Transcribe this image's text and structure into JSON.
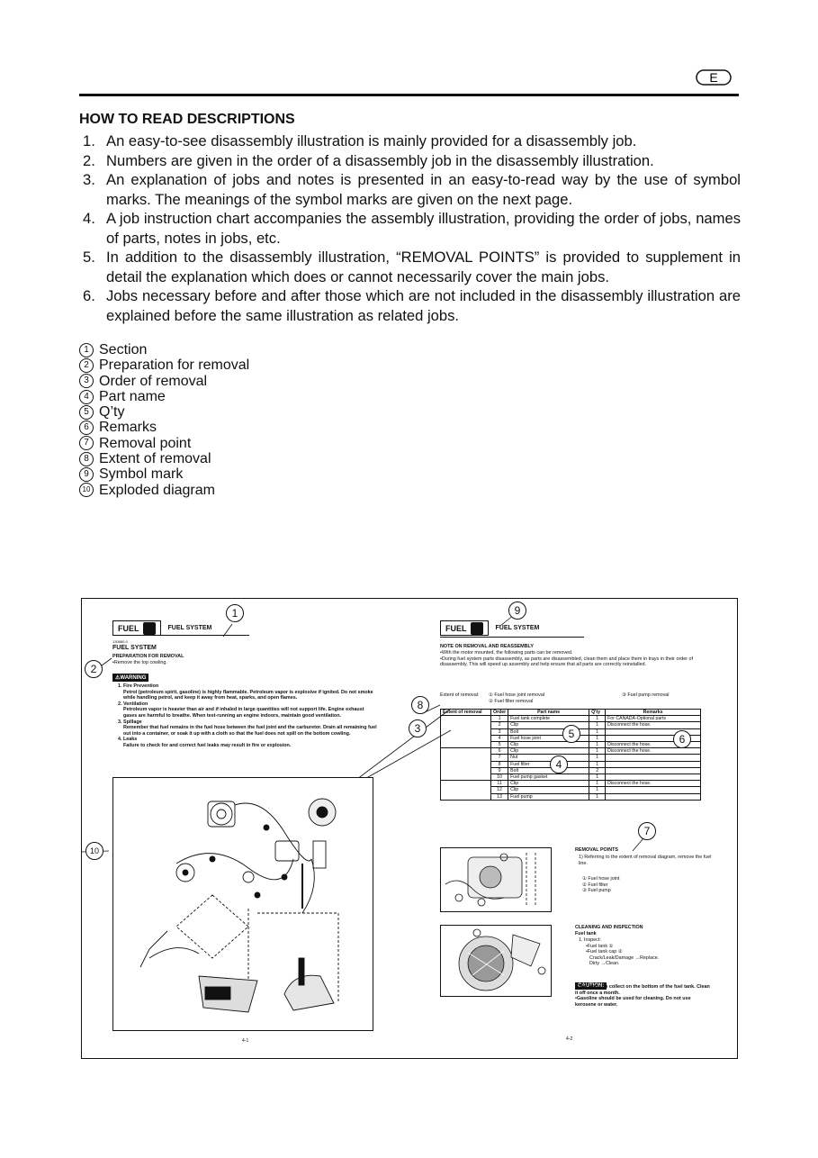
{
  "badge": "E",
  "heading": "HOW TO READ DESCRIPTIONS",
  "steps": [
    {
      "num": "1.",
      "text": "An easy-to-see disassembly illustration is mainly provided for a disassembly job."
    },
    {
      "num": "2.",
      "text": "Numbers are given in the order of a disassembly job in the disassembly illustration."
    },
    {
      "num": "3.",
      "text": "An explanation of jobs and notes is presented in an easy-to-read way by the use of symbol marks. The meanings of the symbol marks are given on the next page."
    },
    {
      "num": "4.",
      "text": "A job instruction chart accompanies the assembly illustration, providing the order of jobs, names of parts, notes in jobs, etc."
    },
    {
      "num": "5.",
      "text": "In addition to the disassembly illustration, “REMOVAL POINTS” is provided to supplement in detail the explanation which does or cannot necessarily cover the main jobs."
    },
    {
      "num": "6.",
      "text": "Jobs necessary before and after those which are not included in the disassembly illustration are explained before the same illustration as related jobs."
    }
  ],
  "legend": [
    {
      "n": "1",
      "label": "Section"
    },
    {
      "n": "2",
      "label": "Preparation for removal"
    },
    {
      "n": "3",
      "label": "Order of removal"
    },
    {
      "n": "4",
      "label": "Part name"
    },
    {
      "n": "5",
      "label": "Q’ty"
    },
    {
      "n": "6",
      "label": "Remarks"
    },
    {
      "n": "7",
      "label": "Removal point"
    },
    {
      "n": "8",
      "label": "Extent of removal"
    },
    {
      "n": "9",
      "label": "Symbol mark"
    },
    {
      "n": "10",
      "label": "Exploded diagram"
    }
  ],
  "left_page": {
    "fuel_label": "FUEL",
    "section_title": "FUEL SYSTEM",
    "code": "130880-0",
    "sub_title": "FUEL SYSTEM",
    "prep_title": "PREPARATION FOR REMOVAL",
    "prep_item": "•Remove the top cowling.",
    "warning_label": "⚠WARNING",
    "warnings": [
      {
        "title": "1. Fire Prevention",
        "text": "Petrol (petroleum spirit, gasoline) is highly flammable. Petroleum vapor is explosive if ignited. Do not smoke while handling petrol, and keep it away from heat, sparks, and open flames."
      },
      {
        "title": "2. Ventilation",
        "text": "Petroleum vapor is heavier than air and if inhaled in large quantities will not support life. Engine exhaust gases are harmful to breathe. When test-running an engine indoors, maintain good ventilation."
      },
      {
        "title": "3. Spillage",
        "text": "Remember that fuel remains in the fuel hose between the fuel joint and the carburetor. Drain all remaining fuel out into a container, or soak it up with a cloth so that the fuel does not spill on the bottom cowling."
      },
      {
        "title": "4. Leaks",
        "text": "Failure to check for and correct fuel leaks may result in fire or explosion."
      }
    ],
    "page_no": "4-1"
  },
  "right_page": {
    "fuel_label": "FUEL",
    "section_title": "FUEL SYSTEM",
    "note_title": "NOTE ON REMOVAL AND REASSEMBLY",
    "note_lines": [
      "•With the motor mounted, the following parts can be removed.",
      "•During fuel system parts disassembly, as parts are disassembled, clean them and place them in trays in their order of disassembly. This will speed up assembly and help ensure that all parts are correctly reinstalled."
    ],
    "extent_label": "Extent of removal:",
    "extent_items": [
      "① Fuel hose joint removal",
      "② Fuel filter removal",
      "③ Fuel pump removal"
    ],
    "table_headers": [
      "Extent of removal",
      "Order",
      "Part name",
      "Q'ty",
      "Remarks"
    ],
    "table_rows": [
      {
        "order": "1",
        "part": "Fuel tank complete",
        "qty": "1",
        "remarks": "For CANADA-Optional parts"
      },
      {
        "order": "2",
        "part": "Clip",
        "qty": "1",
        "remarks": "Disconnect the hose."
      },
      {
        "order": "3",
        "part": "Bolt",
        "qty": "1",
        "remarks": ""
      },
      {
        "order": "4",
        "part": "Fuel hose joint",
        "qty": "1",
        "remarks": ""
      },
      {
        "order": "5",
        "part": "Clip",
        "qty": "1",
        "remarks": "Disconnect the hose."
      },
      {
        "order": "6",
        "part": "Clip",
        "qty": "1",
        "remarks": "Disconnect the hose."
      },
      {
        "order": "7",
        "part": "Nut",
        "qty": "1",
        "remarks": ""
      },
      {
        "order": "8",
        "part": "Fuel filter",
        "qty": "1",
        "remarks": ""
      },
      {
        "order": "9",
        "part": "Bolt",
        "qty": "2",
        "remarks": ""
      },
      {
        "order": "10",
        "part": "Fuel pump gasket",
        "qty": "1",
        "remarks": ""
      },
      {
        "order": "11",
        "part": "Clip",
        "qty": "1",
        "remarks": "Disconnect the hose."
      },
      {
        "order": "12",
        "part": "Clip",
        "qty": "1",
        "remarks": ""
      },
      {
        "order": "13",
        "part": "Fuel pump",
        "qty": "1",
        "remarks": ""
      }
    ],
    "removal_title": "REMOVAL POINTS",
    "removal_text": "1) Referring to the extent of removal diagram, remove the fuel line.",
    "removal_items": [
      "① Fuel hose joint",
      "② Fuel filter",
      "③ Fuel pump"
    ],
    "clean_title": "CLEANING AND INSPECTION",
    "clean_sub": "Fuel tank",
    "clean_lines": [
      "1. Inspect:",
      "•Fuel tank ①",
      "•Fuel tank cap ②",
      "Crack/Leak/Damage →Replace.",
      "Dirty →Clean."
    ],
    "caution_label": "CAUTION:",
    "caution_lines": [
      "•Dust tends to collect on the bottom of the fuel tank. Clean it off once a month.",
      "•Gasoline should be used for cleaning. Do not use kerosene or water."
    ],
    "page_no": "4-2"
  }
}
